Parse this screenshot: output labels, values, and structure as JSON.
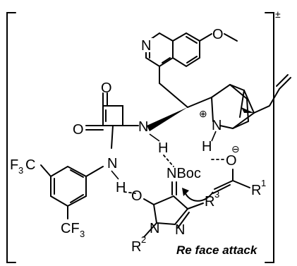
{
  "diagram": {
    "charge_marker": "±",
    "caption": "Re face attack",
    "atoms": {
      "quinoline_n": "N",
      "methoxy_o": "O",
      "squar_o_top": "O",
      "squar_o_left": "O",
      "squar_nh_n": "N",
      "squar_nh_h": "H",
      "aryl_nh_n": "N",
      "aryl_nh_h": "H",
      "cf3_top_main": "F",
      "cf3_top_sub": "3",
      "cf3_top_tail": "C",
      "cf3_bot_main": "CF",
      "cf3_bot_sub": "3",
      "quin_n": "N",
      "quin_h": "H",
      "plus": "⊕",
      "enolate_o": "O",
      "minus": "⊖",
      "r1": "R",
      "r1_sup": "1",
      "nboc": "NBoc",
      "pyr_o": "O",
      "pyr_n1": "N",
      "pyr_n2": "N",
      "r2": "R",
      "r2_sup": "2",
      "r3": "R",
      "r3_sup": "3"
    }
  }
}
